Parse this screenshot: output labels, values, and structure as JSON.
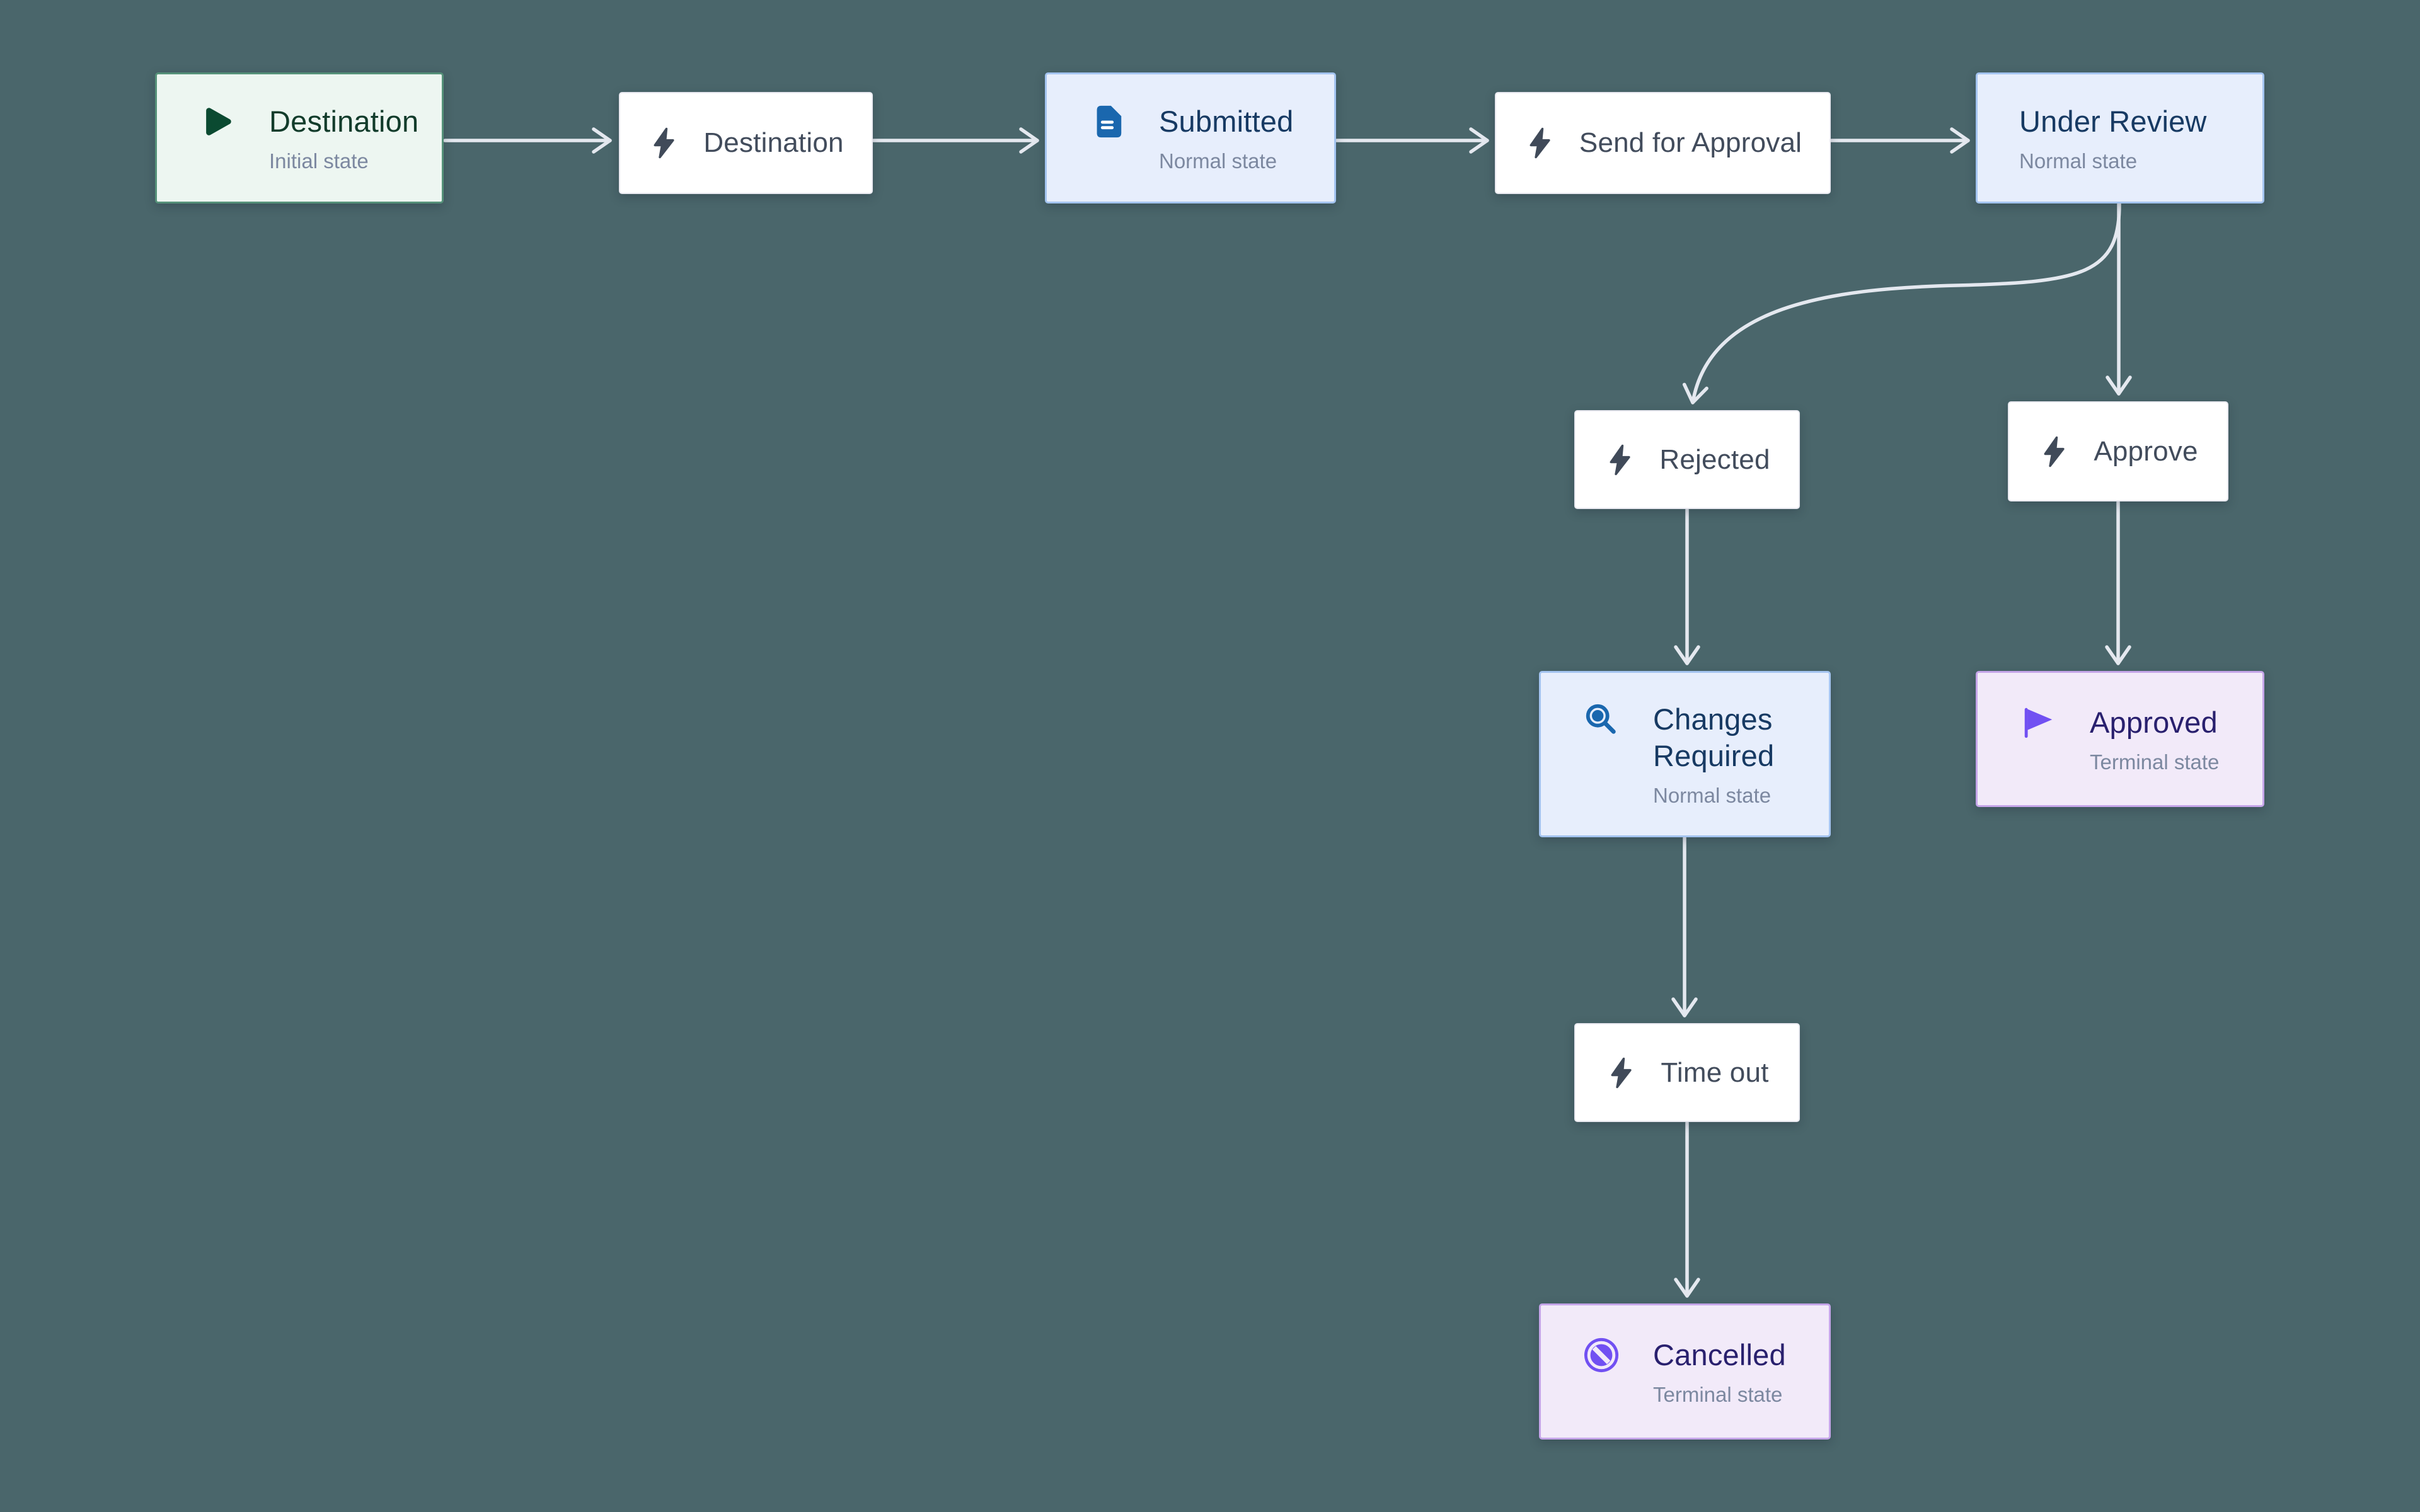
{
  "diagram": {
    "type": "workflow-state-diagram",
    "background_color": "#4a666b",
    "arrow_color": "#e4e8ef",
    "state_kind_labels": {
      "initial": "Initial state",
      "normal": "Normal state",
      "terminal": "Terminal state"
    },
    "colors": {
      "initial_bg": "#edf6f1",
      "initial_border": "#559179",
      "initial_text": "#123c2b",
      "initial_icon": "#0b4a31",
      "normal_bg": "#e7eefc",
      "normal_border": "#a4c4f0",
      "normal_text": "#173a63",
      "normal_icon": "#1a67ae",
      "terminal_bg": "#f2eaf9",
      "terminal_border": "#c5a5e9",
      "terminal_text": "#29206e",
      "terminal_icon": "#7150f2",
      "action_bg": "#ffffff",
      "action_border": "#e9e9f0",
      "action_text": "#424c5c",
      "action_icon": "#404a59"
    },
    "nodes": [
      {
        "id": "destination-initial",
        "kind": "initial",
        "icon": "play-icon",
        "title": "Destination",
        "subtitle": "Initial state"
      },
      {
        "id": "destination-action",
        "kind": "action",
        "icon": "bolt-icon",
        "title": "Destination",
        "subtitle": ""
      },
      {
        "id": "submitted",
        "kind": "normal",
        "icon": "document-icon",
        "title": "Submitted",
        "subtitle": "Normal state"
      },
      {
        "id": "send-for-approval",
        "kind": "action",
        "icon": "bolt-icon",
        "title": "Send for Approval",
        "subtitle": ""
      },
      {
        "id": "under-review",
        "kind": "normal",
        "icon": "",
        "title": "Under Review",
        "subtitle": "Normal state"
      },
      {
        "id": "rejected",
        "kind": "action",
        "icon": "bolt-icon",
        "title": "Rejected",
        "subtitle": ""
      },
      {
        "id": "approve",
        "kind": "action",
        "icon": "bolt-icon",
        "title": "Approve",
        "subtitle": ""
      },
      {
        "id": "changes-required",
        "kind": "normal",
        "icon": "search-icon",
        "title": "Changes Required",
        "subtitle": "Normal state"
      },
      {
        "id": "approved",
        "kind": "terminal",
        "icon": "flag-icon",
        "title": "Approved",
        "subtitle": "Terminal state"
      },
      {
        "id": "time-out",
        "kind": "action",
        "icon": "bolt-icon",
        "title": "Time out",
        "subtitle": ""
      },
      {
        "id": "cancelled",
        "kind": "terminal",
        "icon": "ban-icon",
        "title": "Cancelled",
        "subtitle": "Terminal state"
      }
    ],
    "edges": [
      {
        "from": "destination-initial",
        "to": "destination-action"
      },
      {
        "from": "destination-action",
        "to": "submitted"
      },
      {
        "from": "submitted",
        "to": "send-for-approval"
      },
      {
        "from": "send-for-approval",
        "to": "under-review"
      },
      {
        "from": "under-review",
        "to": "rejected"
      },
      {
        "from": "under-review",
        "to": "approve"
      },
      {
        "from": "rejected",
        "to": "changes-required"
      },
      {
        "from": "approve",
        "to": "approved"
      },
      {
        "from": "changes-required",
        "to": "time-out"
      },
      {
        "from": "time-out",
        "to": "cancelled"
      }
    ]
  }
}
